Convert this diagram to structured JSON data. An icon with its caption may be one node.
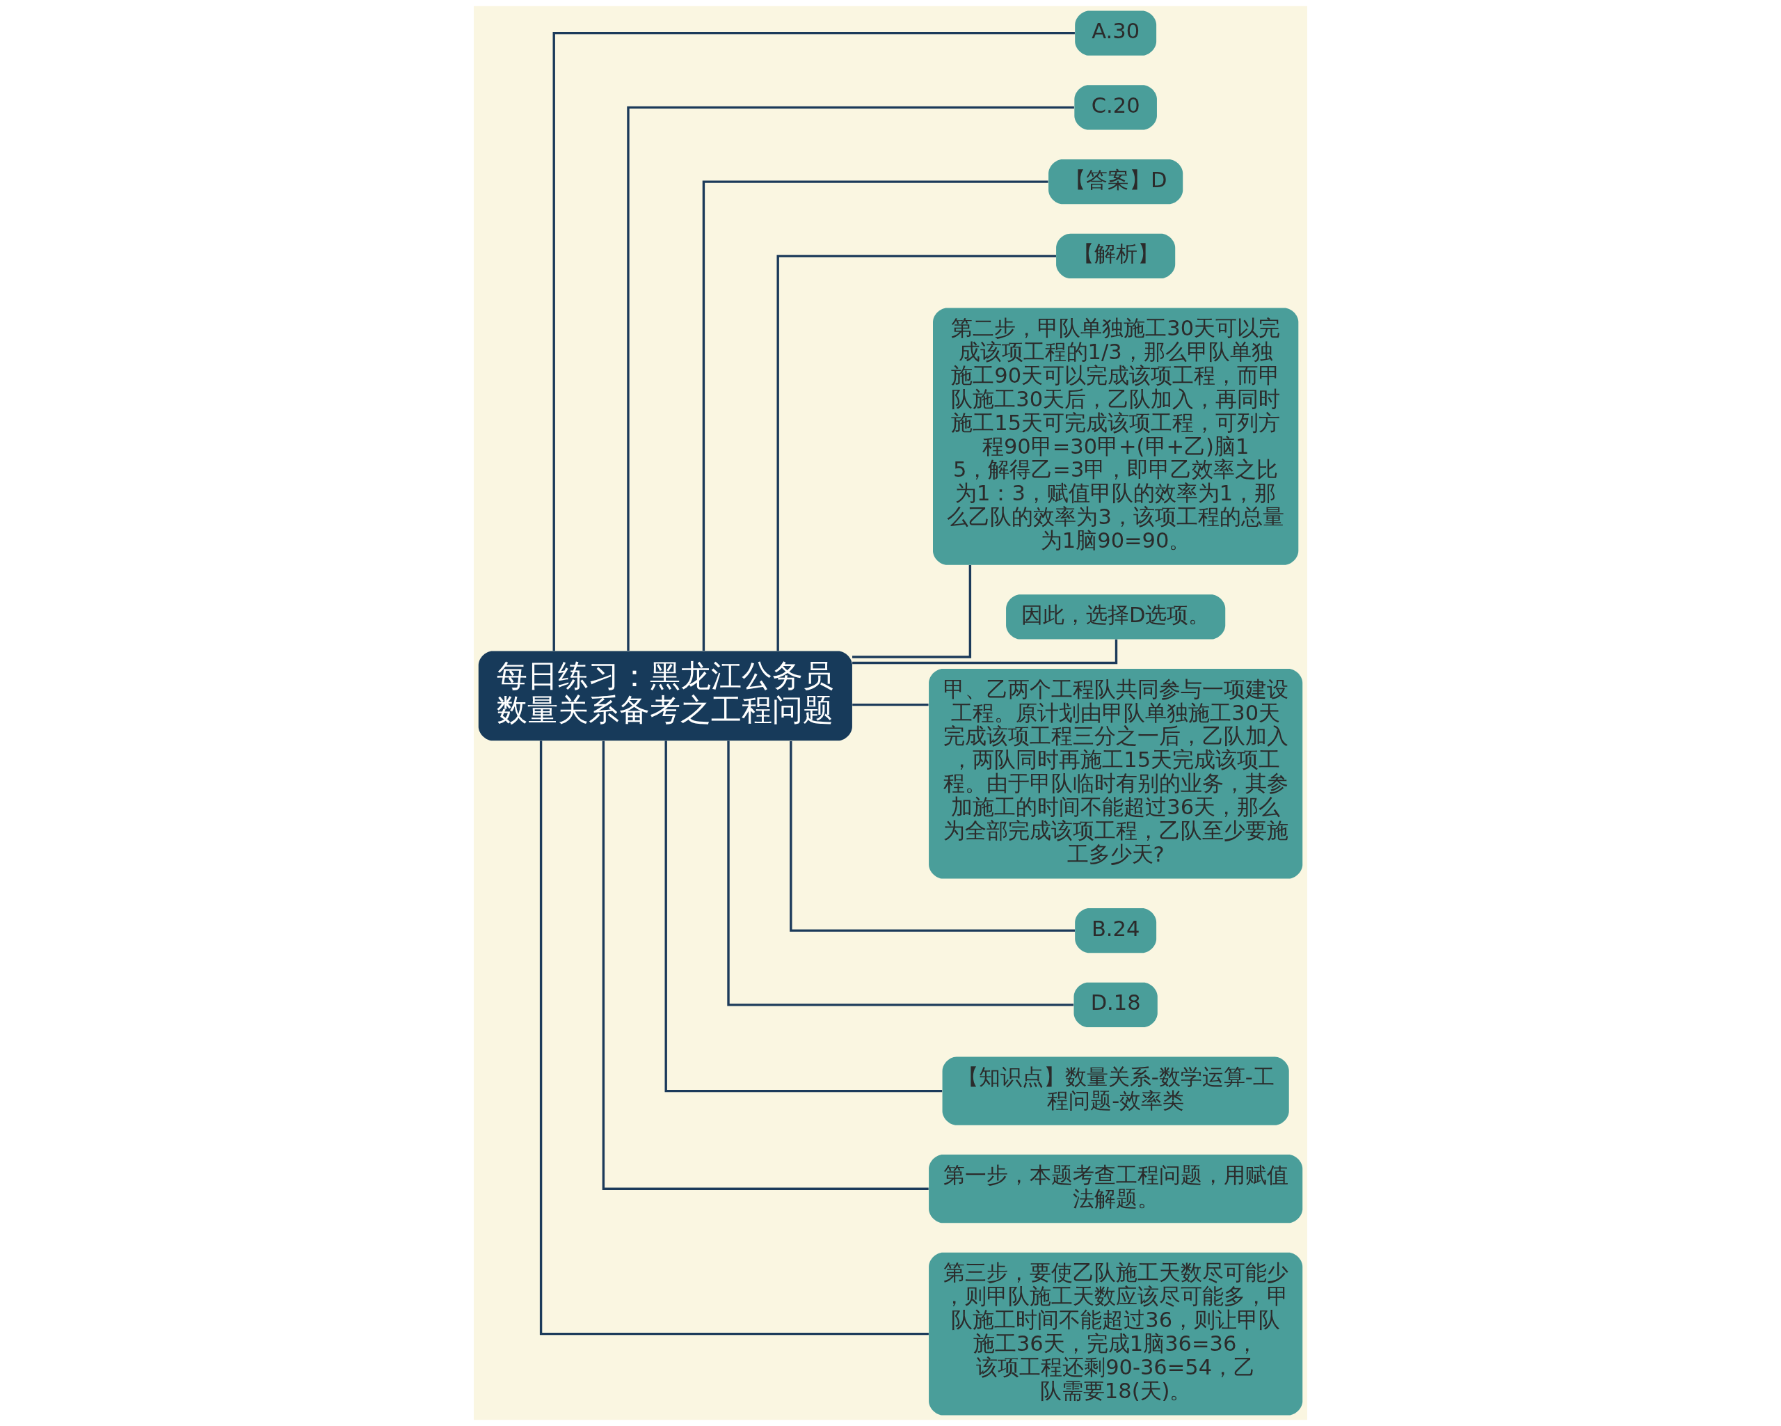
{
  "diagram": {
    "nodes": [
      {
        "text": [
          "每日练习：黑龙江公务员数量关系备考之工程问题"
        ]
      },
      {
        "text": [
          "A.30"
        ]
      },
      {
        "text": [
          "C.20"
        ]
      },
      {
        "text": [
          "【答案】D"
        ]
      },
      {
        "text": [
          "【解析】"
        ]
      },
      {
        "text": [
          "第二步，甲队单独施工30天可以完成该项工程的1/3，那么甲队单独施工90天可以完成该项工程，而甲队施工30天后，乙队加入，再同时施工15天可完成该项工程，可列方程90甲=30甲+(甲+乙)脑15，解得乙=3甲，即甲乙效率之比为1：3，赋值甲队的效率为1，那么乙队的效率为3，该项工程的总量为1脑90=90。"
        ]
      },
      {
        "text": [
          "因此，选择D选项。"
        ]
      },
      {
        "text": [
          "甲、乙两个工程队共同参与一项建设工程。原计划由甲队单独施工30天完成该项工程三分之一后，乙队加入，两队同时再施工15天完成该项工程。由于甲队临时有别的业务，其参加施工的时间不能超过36天，那么为全部完成该项工程，乙队至少要施工多少天?"
        ]
      },
      {
        "text": [
          "B.24"
        ]
      },
      {
        "text": [
          "D.18"
        ]
      },
      {
        "text": [
          "【知识点】数量关系-数学运算-工程问题-效率类"
        ]
      },
      {
        "text": [
          "第一步，本题考查工程问题，用赋值法解题。"
        ]
      },
      {
        "text": [
          "第三步，要使乙队施工天数尽可能少，则甲队施工天数应该尽可能多，甲队施工时间不能超过36，则让甲队施工36天，完成1脑36=36，该项工程还剩90-36=54，乙队需要18(天)。"
        ]
      }
    ],
    "edges": [
      {
        "from": 0,
        "to": 1,
        "arrow": "none"
      },
      {
        "from": 0,
        "to": 2,
        "arrow": "none"
      },
      {
        "from": 0,
        "to": 3,
        "arrow": "none"
      },
      {
        "from": 0,
        "to": 4,
        "arrow": "none"
      },
      {
        "from": 0,
        "to": 5,
        "arrow": "none"
      },
      {
        "from": 0,
        "to": 6,
        "arrow": "none"
      },
      {
        "from": 0,
        "to": 7,
        "arrow": "none"
      },
      {
        "from": 0,
        "to": 8,
        "arrow": "none"
      },
      {
        "from": 0,
        "to": 9,
        "arrow": "none"
      },
      {
        "from": 0,
        "to": 10,
        "arrow": "none"
      },
      {
        "from": 0,
        "to": 11,
        "arrow": "none"
      },
      {
        "from": 0,
        "to": 12,
        "arrow": "none"
      }
    ]
  }
}
